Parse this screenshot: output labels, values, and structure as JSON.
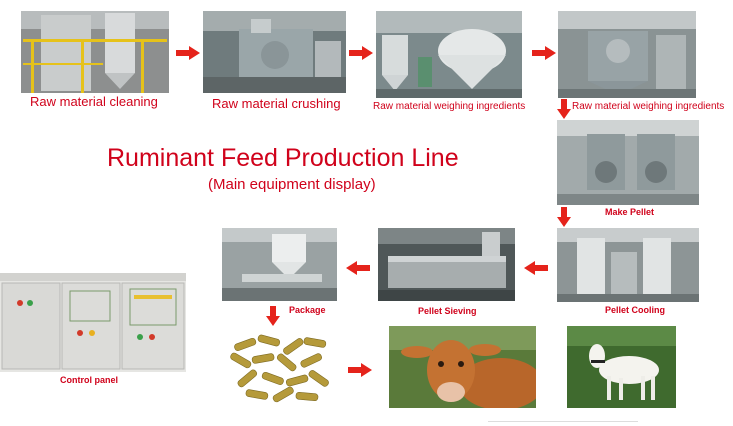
{
  "title": "Ruminant Feed Production Line",
  "subtitle": "(Main equipment display)",
  "accent_color": "#d0021b",
  "steps": [
    {
      "label": "Raw material cleaning"
    },
    {
      "label": "Raw material crushing"
    },
    {
      "label": "Raw material weighing ingredients"
    },
    {
      "label": "Raw material weighing ingredients"
    },
    {
      "label": "Make Pellet"
    },
    {
      "label": "Pellet Cooling"
    },
    {
      "label": "Pellet Sieving"
    },
    {
      "label": "Package"
    },
    {
      "label": "Control panel"
    }
  ]
}
